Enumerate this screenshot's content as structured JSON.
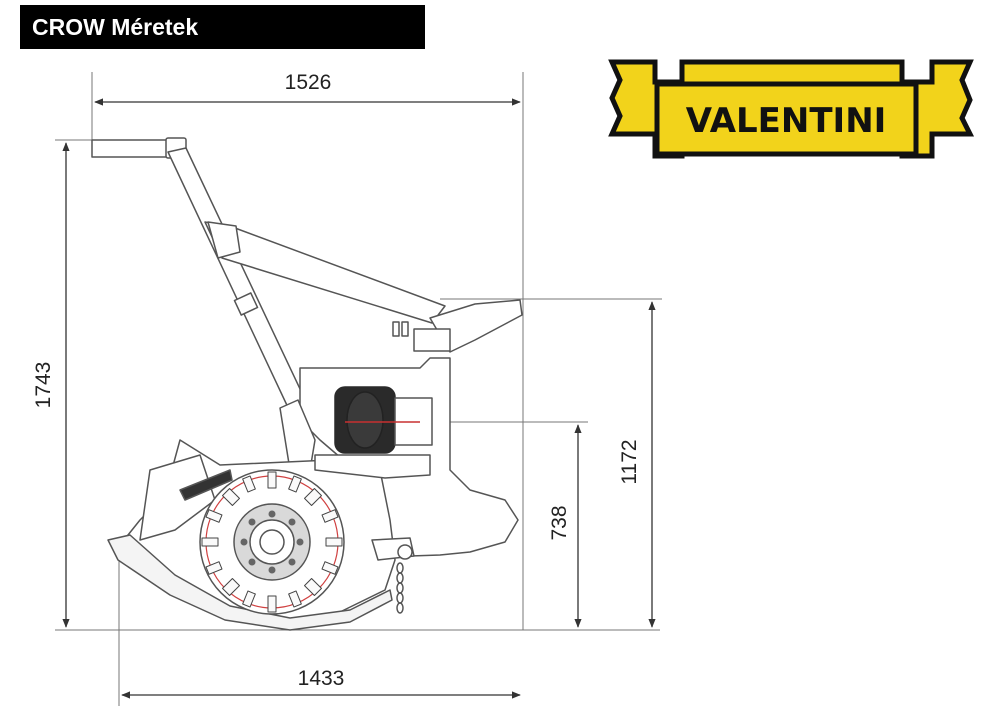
{
  "header": {
    "title": "CROW Méretek"
  },
  "logo": {
    "brand_text": "VALENTINI",
    "color_yellow": "#f2d31b",
    "color_dark": "#111111"
  },
  "dimensions": {
    "top_width": "1526",
    "total_height": "1743",
    "bottom_width": "1433",
    "hitch_height": "1172",
    "axis_height": "738"
  },
  "colors": {
    "line": "#555555",
    "rotor_accent": "#d04040",
    "background": "#ffffff"
  }
}
